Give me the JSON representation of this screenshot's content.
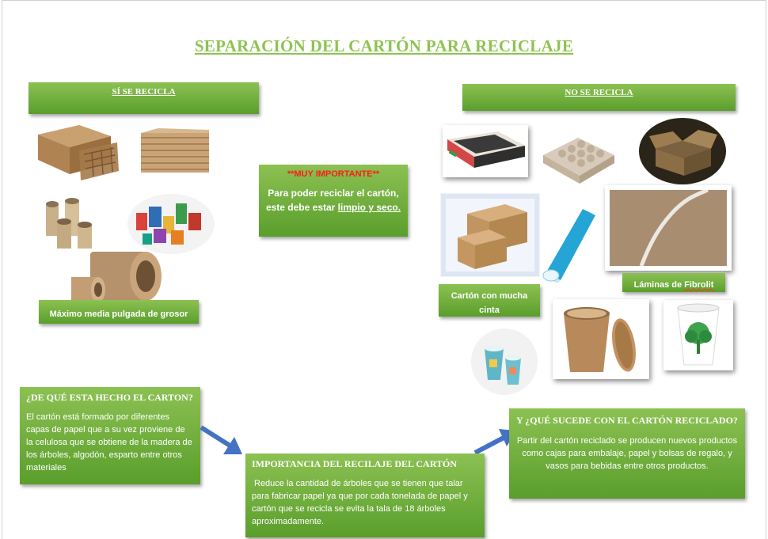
{
  "title": "SEPARACIÓN DEL CARTÓN PARA RECICLAJE",
  "si_header": "SÍ SE RECICLA",
  "no_header": "NO SE RECICLA",
  "max_grosor": "Máximo media pulgada de grosor",
  "importante": {
    "title": "**MUY IMPORTANTE**",
    "text_pre": "Para poder reciclar el cartón, este debe estar ",
    "text_link": "limpio y seco."
  },
  "carton_cinta": "Cartón con mucha cinta",
  "fibrolit": {
    "pre": "Láminas de ",
    "word": "Fibrolit"
  },
  "hecho": {
    "title": "¿DE QUÉ ESTA HECHO EL CARTON?",
    "text": "El cartón está formado por diferentes capas de papel que a su vez proviene de la celulosa que se obtiene de la madera de los árboles, algodón, esparto entre otros materiales"
  },
  "importancia": {
    "title": "IMPORTANCIA DEL RECILAJE DEL CARTÓN",
    "text": "Reduce la cantidad de árboles que se tienen que talar para fabricar papel ya que por cada tonelada de papel y cartón que se recicla se evita la tala de 18 árboles aproximadamente."
  },
  "sucede": {
    "title": "Y ¿QUÉ SUCEDE CON EL CARTÓN RECICLADO?",
    "text": "Partir del cartón reciclado se producen nuevos productos como cajas para embalaje, papel y bolsas de regalo, y vasos para bebidas entre otros productos."
  },
  "colors": {
    "green_top": "#8cc152",
    "green_bottom": "#5a9e2c",
    "title_green": "#8dc351",
    "arrow_blue": "#4472c4"
  }
}
